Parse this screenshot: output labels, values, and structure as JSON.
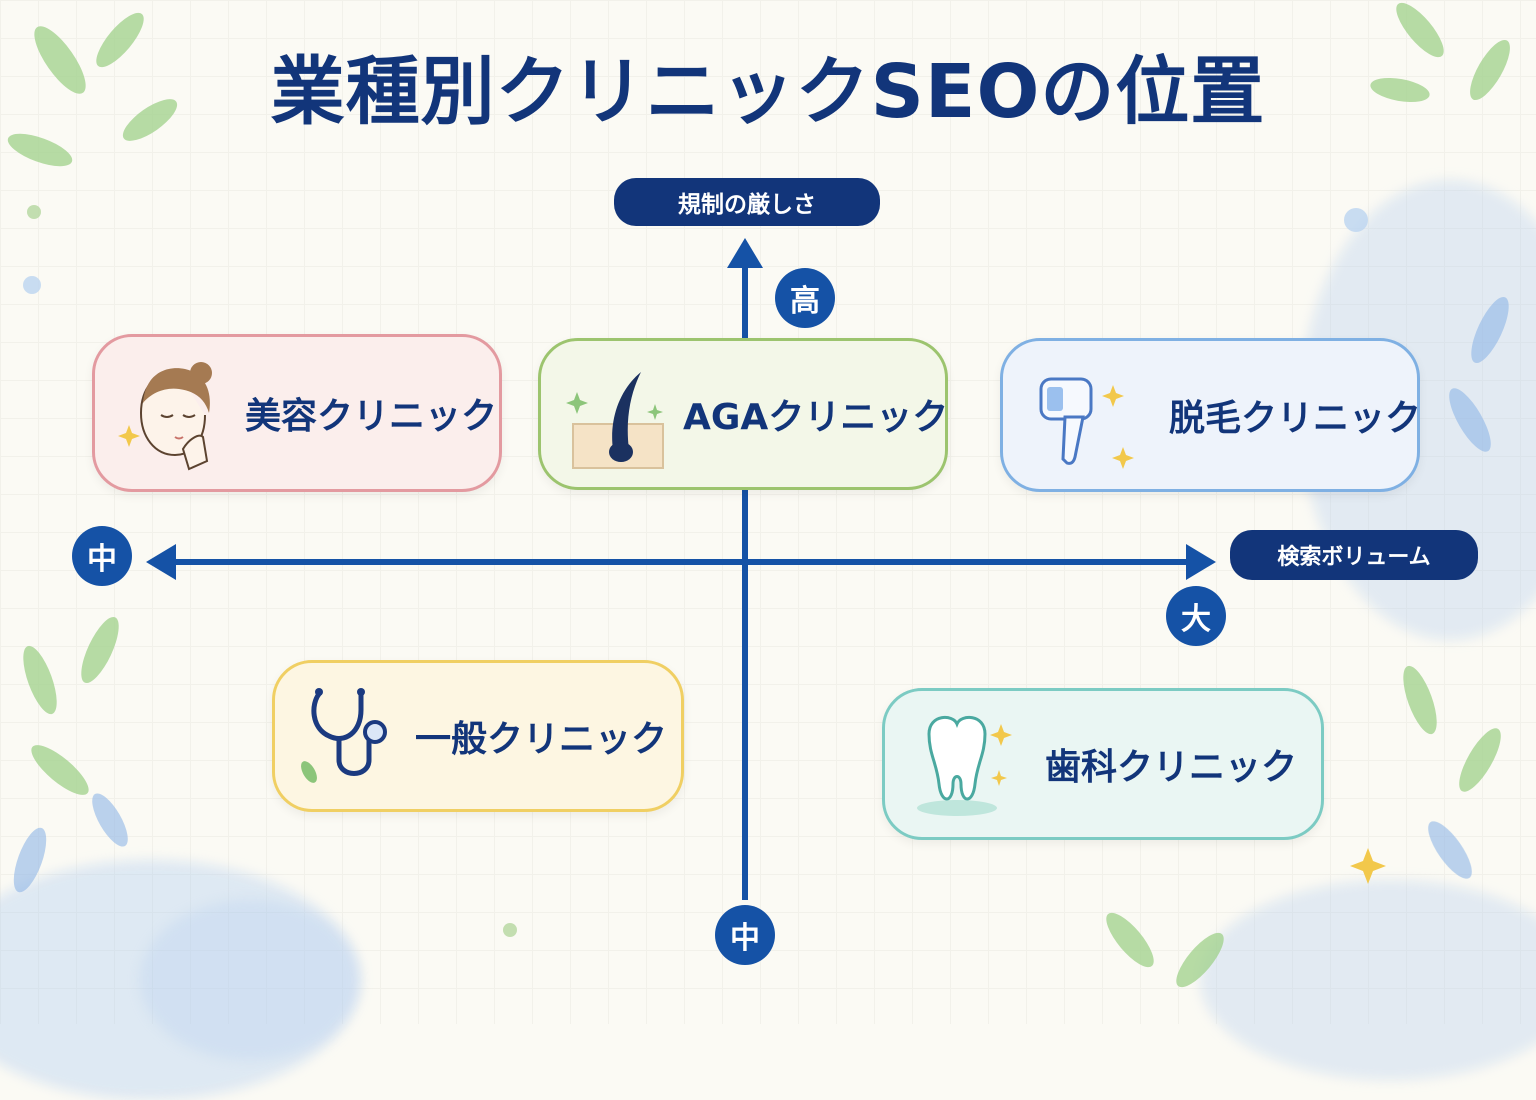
{
  "title": "業種別クリニックSEOの位置",
  "axes": {
    "y_label": "規制の厳しさ",
    "y_high": "高",
    "y_low": "中",
    "x_label": "検索ボリューム",
    "x_high": "大",
    "x_low": "中"
  },
  "clinics": [
    {
      "label": "美容クリニック",
      "icon": "woman-face-icon",
      "border": "#e39aa0",
      "bg": "#fbeeec"
    },
    {
      "label": "AGAクリニック",
      "icon": "hair-follicle-icon",
      "border": "#9cc46e",
      "bg": "#f3f7e8"
    },
    {
      "label": "脱毛クリニック",
      "icon": "laser-device-icon",
      "border": "#7fb0e3",
      "bg": "#eef3fb"
    },
    {
      "label": "一般クリニック",
      "icon": "stethoscope-icon",
      "border": "#f0cf63",
      "bg": "#fdf6e2"
    },
    {
      "label": "歯科クリニック",
      "icon": "tooth-icon",
      "border": "#7ccbc3",
      "bg": "#eaf6f3"
    }
  ],
  "colors": {
    "primary": "#12357a",
    "axis": "#1552a6",
    "leaf": "#8cc57a",
    "sparkle": "#f2c84b"
  }
}
